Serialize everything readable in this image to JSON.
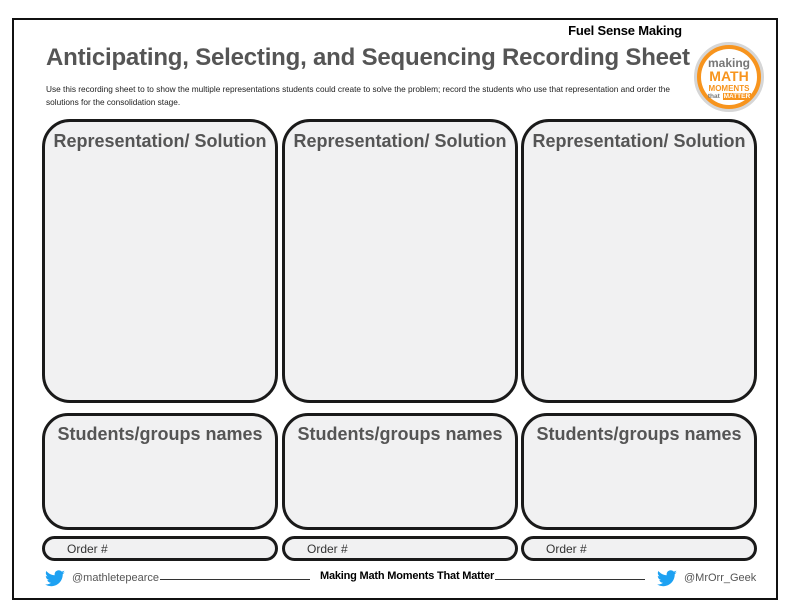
{
  "tag": "Fuel Sense Making",
  "title": "Anticipating, Selecting, and Sequencing Recording Sheet",
  "instructions": "Use this recording sheet to to show the multiple representations students could create to solve the problem; record the students who use that representation and order the solutions for the consolidation stage.",
  "logo": {
    "line1": "making",
    "line2": "MATH",
    "line3a": "MOMENTS",
    "line4a": "that",
    "line4b": "MATTER"
  },
  "columns": [
    {
      "rep_label": "Representation/ Solution",
      "students_label": "Students/groups names",
      "order_label": "Order #"
    },
    {
      "rep_label": "Representation/ Solution",
      "students_label": "Students/groups names",
      "order_label": "Order #"
    },
    {
      "rep_label": "Representation/ Solution",
      "students_label": "Students/groups names",
      "order_label": "Order #"
    }
  ],
  "footer": {
    "left_handle": "@mathletepearce",
    "center": "Making Math Moments That Matter",
    "right_handle": "@MrOrr_Geek"
  },
  "colors": {
    "accent": "#f7941d",
    "twitter": "#1da1f2",
    "box_fill": "#f1f1f2",
    "heading_gray": "#555555"
  },
  "icons": {
    "left": "twitter-bird-icon",
    "right": "twitter-bird-icon"
  }
}
